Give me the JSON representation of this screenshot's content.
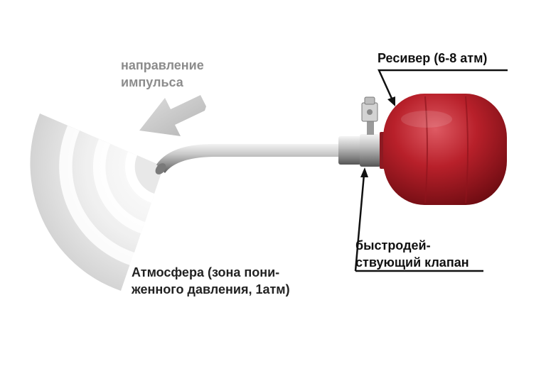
{
  "labels": {
    "impulse": {
      "line1": "направление",
      "line2": "импульса"
    },
    "receiver": "Ресивер (6-8 атм)",
    "valve": {
      "line1": "быстродей-",
      "line2": "ствующий клапан"
    },
    "atmosphere": {
      "line1": "Атмосфера (зона пони-",
      "line2": "женного давления, 1атм)"
    }
  },
  "colors": {
    "receiver": "#b8202a",
    "arrow": "#c8c8c8",
    "impulse_text": "#8c8c8c",
    "text": "#111111"
  },
  "icons": {
    "arrow": "impulse-direction-arrow",
    "valve": "valve-icon"
  }
}
